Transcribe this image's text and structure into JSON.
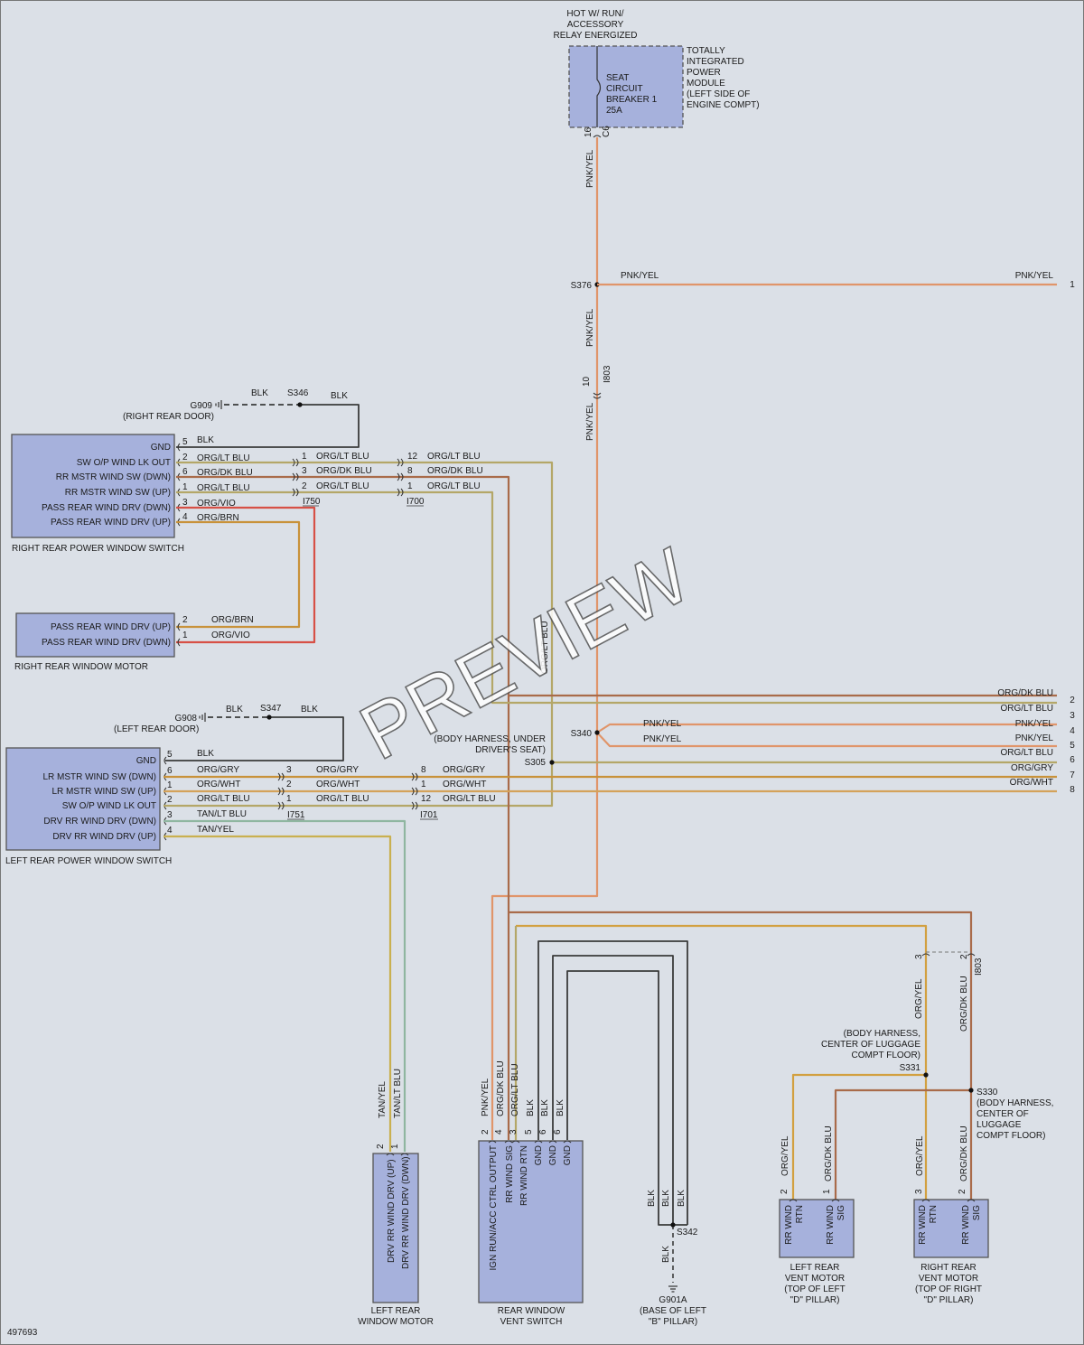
{
  "diagram_id": "497693",
  "watermark": "PREVIEW",
  "colors": {
    "PNK/YEL": "#e0956a",
    "ORG/LT BLU": "#b4a768",
    "ORG/DK BLU": "#a96b4a",
    "ORG/VIO": "#d75046",
    "ORG/BRN": "#c8923a",
    "BLK": "#3b3b3b",
    "ORG/GRY": "#c8923a",
    "ORG/WHT": "#d4a25a",
    "TAN/LT BLU": "#8fb6a0",
    "TAN/YEL": "#c9b050",
    "box_fill": "#a6b1dc",
    "box_stroke": "#555555",
    "background": "#dbe0e7"
  },
  "power_module": {
    "header": [
      "HOT W/ RUN/",
      "ACCESSORY",
      "RELAY ENERGIZED"
    ],
    "breaker": [
      "SEAT",
      "CIRCUIT",
      "BREAKER 1",
      "25A"
    ],
    "desc": [
      "TOTALLY",
      "INTEGRATED",
      "POWER",
      "MODULE",
      "(LEFT SIDE OF",
      "ENGINE COMPT)"
    ],
    "pin": "16",
    "connector": "C6",
    "wire": "PNK/YEL"
  },
  "splice_s376": {
    "name": "S376",
    "wire_left": "PNK/YEL",
    "wire_right": "PNK/YEL",
    "ref": "1",
    "wire_vertical": "PNK/YEL"
  },
  "i803_top": {
    "pin": "10",
    "connector": "I803",
    "wire_below": "PNK/YEL"
  },
  "g909": {
    "ground": "G909",
    "location": "(RIGHT REAR DOOR)",
    "wire1": "BLK",
    "splice": "S346",
    "wire2": "BLK"
  },
  "g908": {
    "ground": "G908",
    "location": "(LEFT REAR DOOR)",
    "wire1": "BLK",
    "splice": "S347",
    "wire2": "BLK"
  },
  "rr_switch": {
    "title": "RIGHT REAR POWER WINDOW SWITCH",
    "rows": [
      {
        "label": "GND",
        "pin": "5",
        "wire": "BLK"
      },
      {
        "label": "SW O/P WIND LK OUT",
        "pin": "2",
        "wire": "ORG/LT BLU"
      },
      {
        "label": "RR MSTR WIND SW (DWN)",
        "pin": "6",
        "wire": "ORG/DK BLU"
      },
      {
        "label": "RR MSTR WIND SW (UP)",
        "pin": "1",
        "wire": "ORG/LT BLU"
      },
      {
        "label": "PASS REAR WIND DRV (DWN)",
        "pin": "3",
        "wire": "ORG/VIO"
      },
      {
        "label": "PASS REAR WIND DRV (UP)",
        "pin": "4",
        "wire": "ORG/BRN"
      }
    ],
    "i750": {
      "name": "I750",
      "pins": [
        "1",
        "3",
        "2"
      ],
      "wires": [
        "ORG/LT BLU",
        "ORG/DK BLU",
        "ORG/LT BLU"
      ]
    },
    "i700": {
      "name": "I700",
      "pins": [
        "12",
        "8",
        "1"
      ],
      "wires": [
        "ORG/LT BLU",
        "ORG/DK BLU",
        "ORG/LT BLU"
      ]
    }
  },
  "rr_motor": {
    "title": "RIGHT REAR WINDOW MOTOR",
    "rows": [
      {
        "label": "PASS REAR WIND DRV (UP)",
        "pin": "2",
        "wire": "ORG/BRN"
      },
      {
        "label": "PASS REAR WIND DRV (DWN)",
        "pin": "1",
        "wire": "ORG/VIO"
      }
    ]
  },
  "lr_switch": {
    "title": "LEFT REAR POWER WINDOW SWITCH",
    "rows": [
      {
        "label": "GND",
        "pin": "5",
        "wire": "BLK"
      },
      {
        "label": "LR MSTR WIND SW (DWN)",
        "pin": "6",
        "wire": "ORG/GRY"
      },
      {
        "label": "LR MSTR WIND SW (UP)",
        "pin": "1",
        "wire": "ORG/WHT"
      },
      {
        "label": "SW O/P WIND LK OUT",
        "pin": "2",
        "wire": "ORG/LT BLU"
      },
      {
        "label": "DRV RR WIND DRV (DWN)",
        "pin": "3",
        "wire": "TAN/LT BLU"
      },
      {
        "label": "DRV RR WIND DRV (UP)",
        "pin": "4",
        "wire": "TAN/YEL"
      }
    ],
    "i751": {
      "name": "I751",
      "pins": [
        "3",
        "2",
        "1"
      ],
      "wires": [
        "ORG/GRY",
        "ORG/WHT",
        "ORG/LT BLU"
      ]
    },
    "i701": {
      "name": "I701",
      "pins": [
        "8",
        "1",
        "12"
      ],
      "wires": [
        "ORG/GRY",
        "ORG/WHT",
        "ORG/LT BLU"
      ]
    }
  },
  "vertical_label_orglt": "ORG/LT BLU",
  "right_bus": {
    "rows": [
      {
        "label": "ORG/DK BLU",
        "ref": "2"
      },
      {
        "label": "ORG/LT BLU",
        "ref": "3"
      },
      {
        "label": "PNK/YEL",
        "ref": "4"
      },
      {
        "label": "PNK/YEL",
        "ref": "5"
      },
      {
        "label": "ORG/LT BLU",
        "ref": "6"
      },
      {
        "label": "ORG/GRY",
        "ref": "7"
      },
      {
        "label": "ORG/WHT",
        "ref": "8"
      }
    ],
    "s340": "S340",
    "s340_wires": [
      "PNK/YEL",
      "PNK/YEL"
    ],
    "s305": "S305",
    "s305_note": [
      "(BODY HARNESS, UNDER",
      "DRIVER'S SEAT)"
    ]
  },
  "lr_motor": {
    "title": [
      "LEFT REAR",
      "WINDOW MOTOR"
    ],
    "pins": [
      "2",
      "1"
    ],
    "wires": [
      "TAN/YEL",
      "TAN/LT BLU"
    ],
    "labels": [
      "DRV RR WIND DRV (UP)",
      "DRV RR WIND DRV (DWN)"
    ]
  },
  "vent_switch": {
    "title": [
      "REAR WINDOW",
      "VENT SWITCH"
    ],
    "pins": [
      "2",
      "4",
      "3",
      "5",
      "6",
      "6"
    ],
    "wires": [
      "PNK/YEL",
      "ORG/DK BLU",
      "ORG/LT BLU",
      "BLK",
      "BLK",
      "BLK"
    ],
    "labels": [
      "IGN RUN/ACC CTRL OUTPUT",
      "RR WIND SIG",
      "RR WIND RTN",
      "GND",
      "GND",
      "GND"
    ]
  },
  "g901a": {
    "wires": [
      "BLK",
      "BLK",
      "BLK"
    ],
    "splice": "S342",
    "wire_down": "BLK",
    "ground": "G901A",
    "location": [
      "(BASE OF LEFT",
      "\"B\" PILLAR)"
    ]
  },
  "i803_bottom": {
    "pins": [
      "3",
      "2"
    ],
    "connector": "I803",
    "wires": [
      "ORG/YEL",
      "ORG/DK BLU"
    ]
  },
  "s331": {
    "name": "S331",
    "note": [
      "(BODY HARNESS,",
      "CENTER OF LUGGAGE",
      "COMPT FLOOR)"
    ]
  },
  "s330": {
    "name": "S330",
    "note": [
      "(BODY HARNESS,",
      "CENTER OF",
      "LUGGAGE",
      "COMPT FLOOR)"
    ]
  },
  "left_vent_motor": {
    "title": [
      "LEFT REAR",
      "VENT MOTOR",
      "(TOP OF LEFT",
      "\"D\" PILLAR)"
    ],
    "pins": [
      "2",
      "1"
    ],
    "wires": [
      "ORG/YEL",
      "ORG/DK BLU"
    ],
    "labels": [
      [
        "RR WIND",
        "RTN"
      ],
      [
        "RR WIND",
        "SIG"
      ]
    ]
  },
  "right_vent_motor": {
    "title": [
      "RIGHT REAR",
      "VENT MOTOR",
      "(TOP OF RIGHT",
      "\"D\" PILLAR)"
    ],
    "pins": [
      "3",
      "2"
    ],
    "wires": [
      "ORG/YEL",
      "ORG/DK BLU"
    ],
    "labels": [
      [
        "RR WIND",
        "RTN"
      ],
      [
        "RR WIND",
        "SIG"
      ]
    ]
  }
}
